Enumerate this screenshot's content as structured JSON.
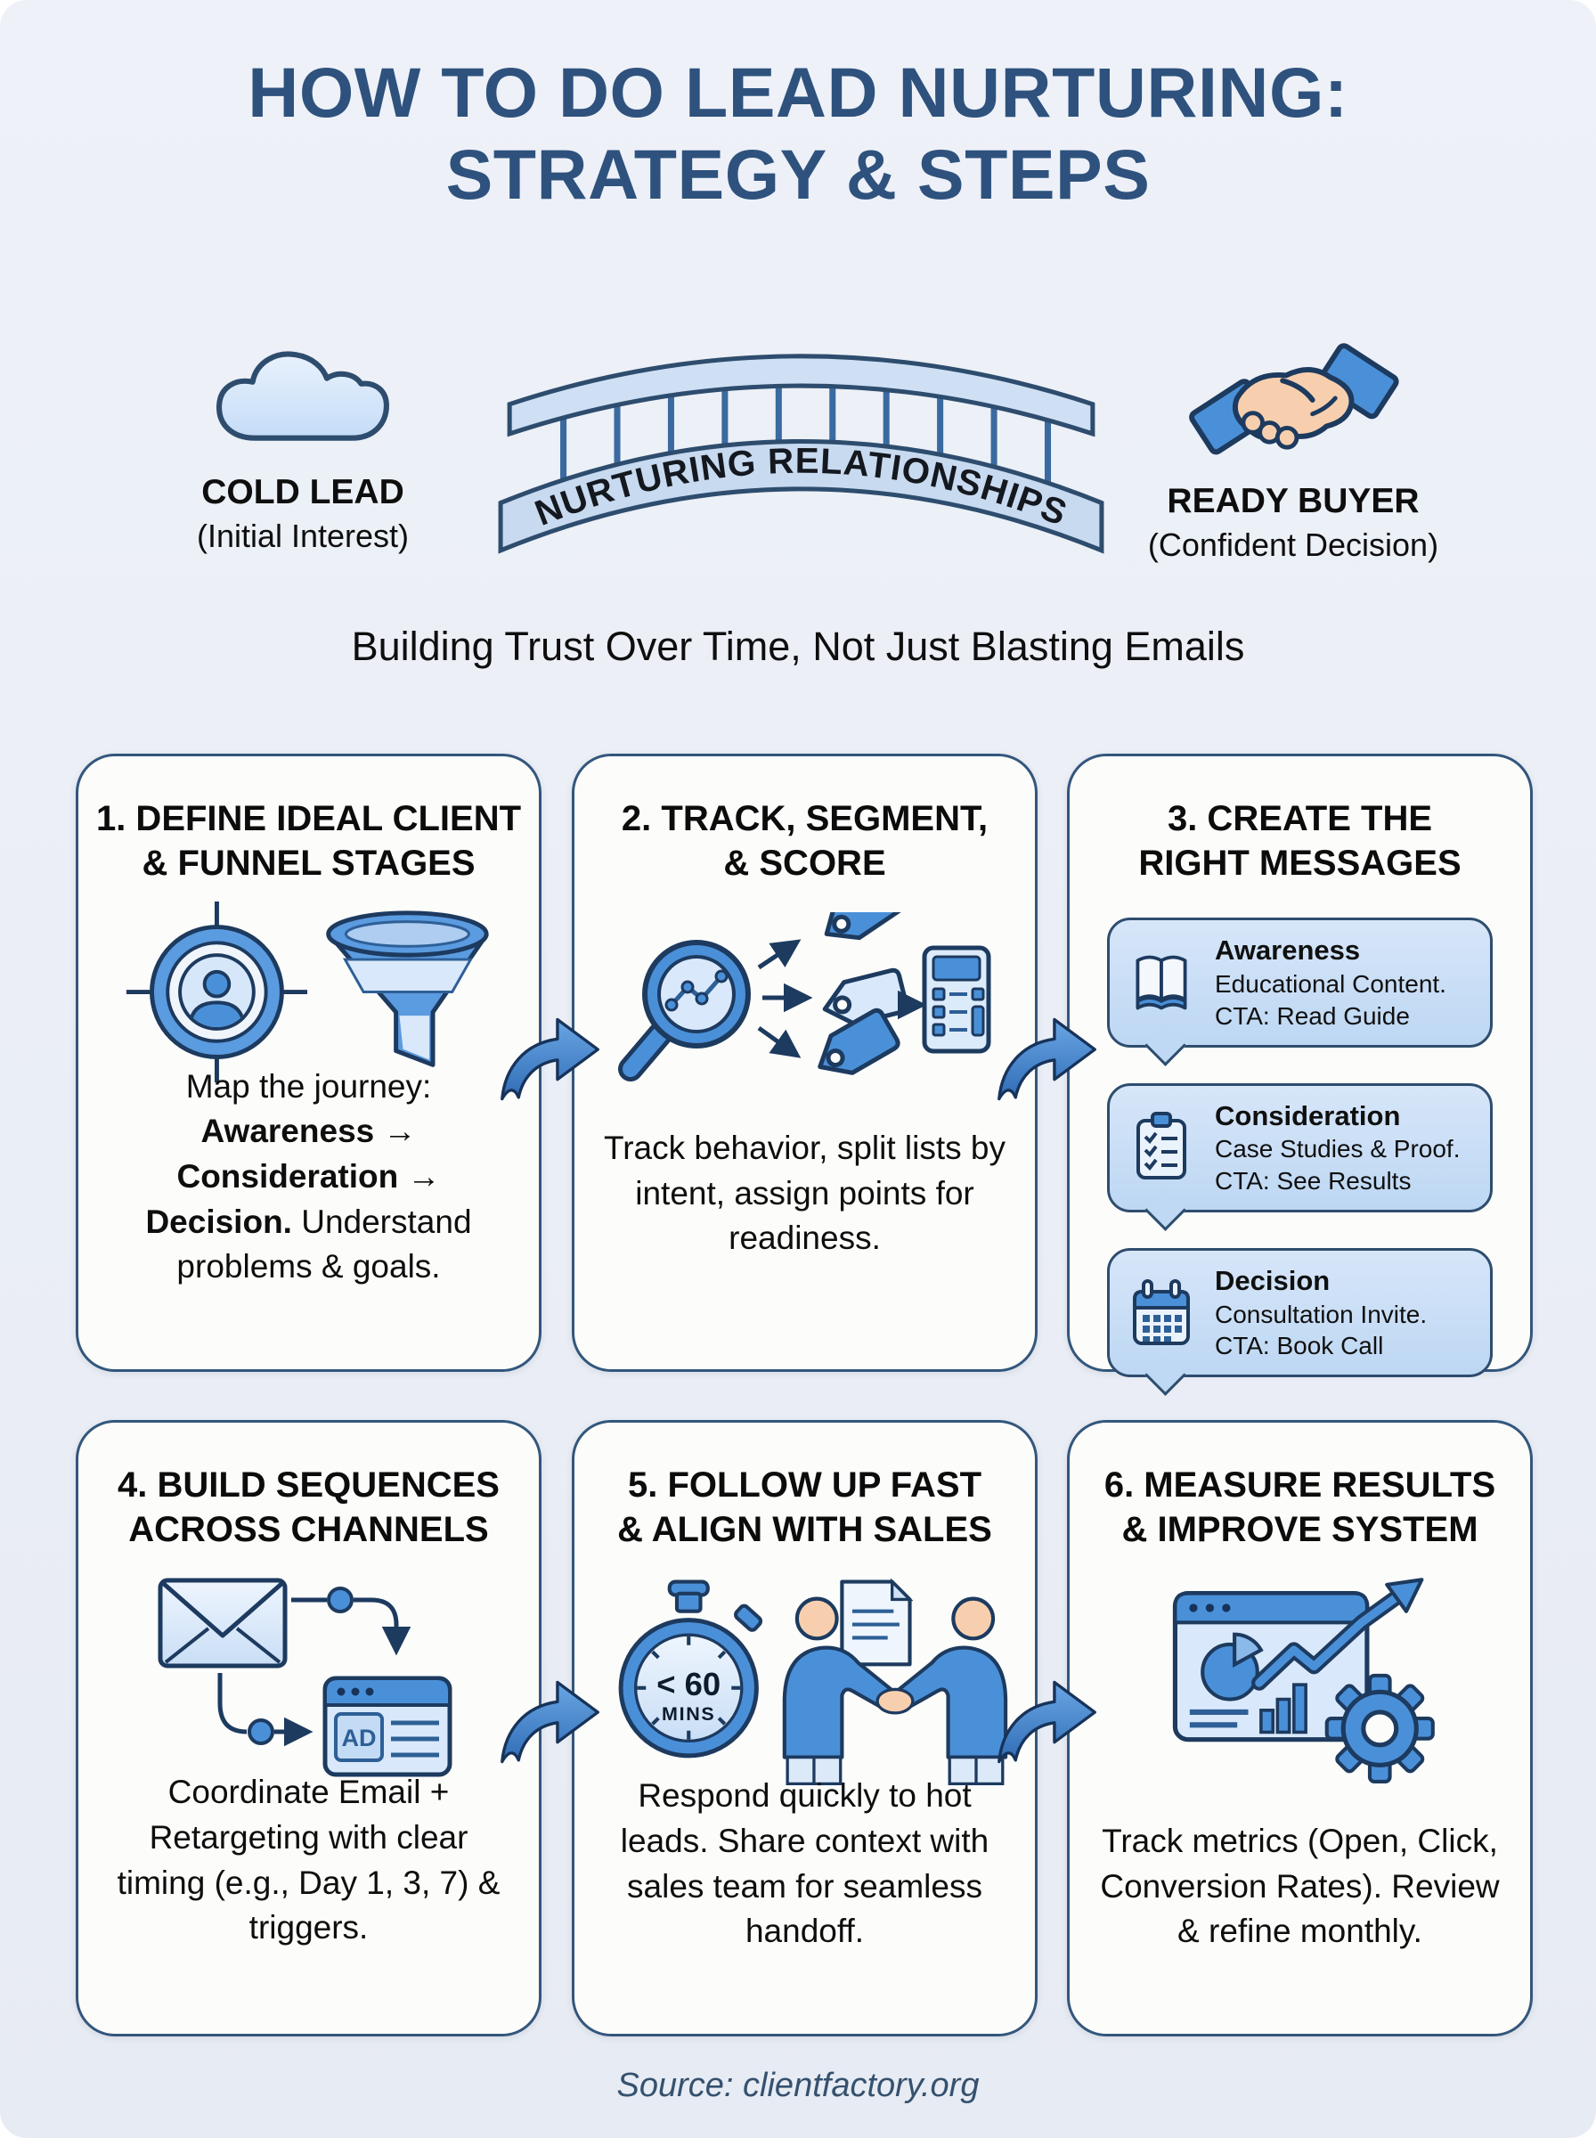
{
  "title": {
    "line1": "HOW TO DO LEAD NURTURING:",
    "line2": "STRATEGY & STEPS"
  },
  "journey": {
    "cold_lead": {
      "label": "COLD LEAD",
      "sublabel": "(Initial Interest)"
    },
    "bridge_label": "NURTURING RELATIONSHIPS",
    "ready_buyer": {
      "label": "READY BUYER",
      "sublabel": "(Confident Decision)"
    }
  },
  "subtitle": "Building Trust Over Time, Not Just Blasting Emails",
  "steps": [
    {
      "title1": "1. DEFINE IDEAL CLIENT",
      "title2": "& FUNNEL STAGES",
      "desc": {
        "l1": "Map the journey:",
        "l2": "Awareness →",
        "l3": "Consideration →",
        "l4b": "Decision.",
        "l4r": " Understand",
        "l5": "problems & goals."
      }
    },
    {
      "title1": "2. TRACK, SEGMENT,",
      "title2": "& SCORE",
      "desc": "Track behavior, split lists by intent, assign points for readiness."
    },
    {
      "title1": "3. CREATE THE",
      "title2": "RIGHT MESSAGES",
      "bubbles": [
        {
          "title": "Awareness",
          "line1": "Educational Content.",
          "line2": "CTA: Read Guide"
        },
        {
          "title": "Consideration",
          "line1": "Case Studies & Proof.",
          "line2": "CTA: See Results"
        },
        {
          "title": "Decision",
          "line1": "Consultation Invite.",
          "line2": "CTA: Book Call"
        }
      ]
    },
    {
      "title1": "4. BUILD SEQUENCES",
      "title2": "ACROSS CHANNELS",
      "ad_label": "AD",
      "desc": "Coordinate Email + Retargeting with clear timing (e.g., Day 1, 3, 7) & triggers."
    },
    {
      "title1": "5. FOLLOW UP FAST",
      "title2": "& ALIGN WITH SALES",
      "stopwatch": {
        "line1": "< 60",
        "line2": "MINS"
      },
      "desc": "Respond quickly to hot leads. Share context with sales team for seamless handoff."
    },
    {
      "title1": "6. MEASURE RESULTS",
      "title2": "& IMPROVE SYSTEM",
      "desc": "Track metrics (Open, Click, Conversion Rates). Review & refine monthly."
    }
  ],
  "footer": "Source: clientfactory.org",
  "colors": {
    "title_blue": "#2e527d",
    "accent_blue": "#4a90d9",
    "outline_navy": "#1d3a5f",
    "card_border": "#33567c",
    "bubble_bg": "#cde0f7"
  }
}
